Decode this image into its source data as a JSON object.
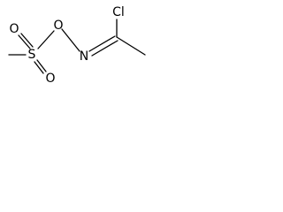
{
  "molecule": {
    "atoms": {
      "chlorine": "Cl",
      "oxime_nitrogen": "N",
      "ester_oxygen": "O",
      "sulfur": "S",
      "sulfonyl_oxygen_upper": "O",
      "sulfonyl_oxygen_lower": "O"
    },
    "bond_color": "#000000"
  }
}
